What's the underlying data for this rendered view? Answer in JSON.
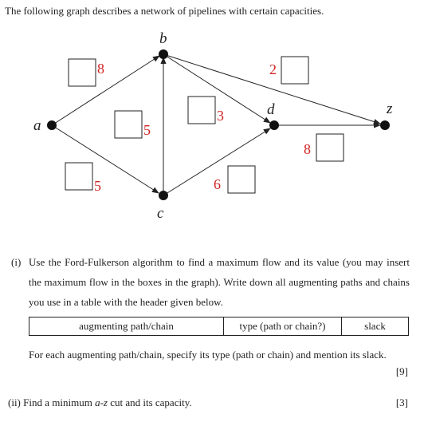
{
  "intro": "The following graph describes a network of pipelines with certain capacities.",
  "graph": {
    "nodes": [
      "a",
      "b",
      "c",
      "d",
      "z"
    ],
    "capacities": {
      "ab": "8",
      "ac": "5",
      "cb": "5",
      "bd": "3",
      "bz": "2",
      "cd": "6",
      "dz": "8"
    },
    "colors": {
      "capacity": "#d32222",
      "ink": "#222222"
    }
  },
  "question_i": {
    "number": "(i)",
    "text": "Use the Ford-Fulkerson algorithm to find a maximum flow and its value (you may insert the maximum flow in the boxes in the graph). Write down all augmenting paths and chains you use in a table with the header given below.",
    "table_headers": [
      "augmenting path/chain",
      "type (path or chain?)",
      "slack"
    ],
    "followup": "For each augmenting path/chain, specify its type (path or chain) and mention its slack.",
    "marks": "[9]"
  },
  "question_ii": {
    "number": "(ii)",
    "text_before": "Find a minimum ",
    "cut_symbol": "a-z",
    "text_after": " cut and its capacity.",
    "marks": "[3]"
  }
}
